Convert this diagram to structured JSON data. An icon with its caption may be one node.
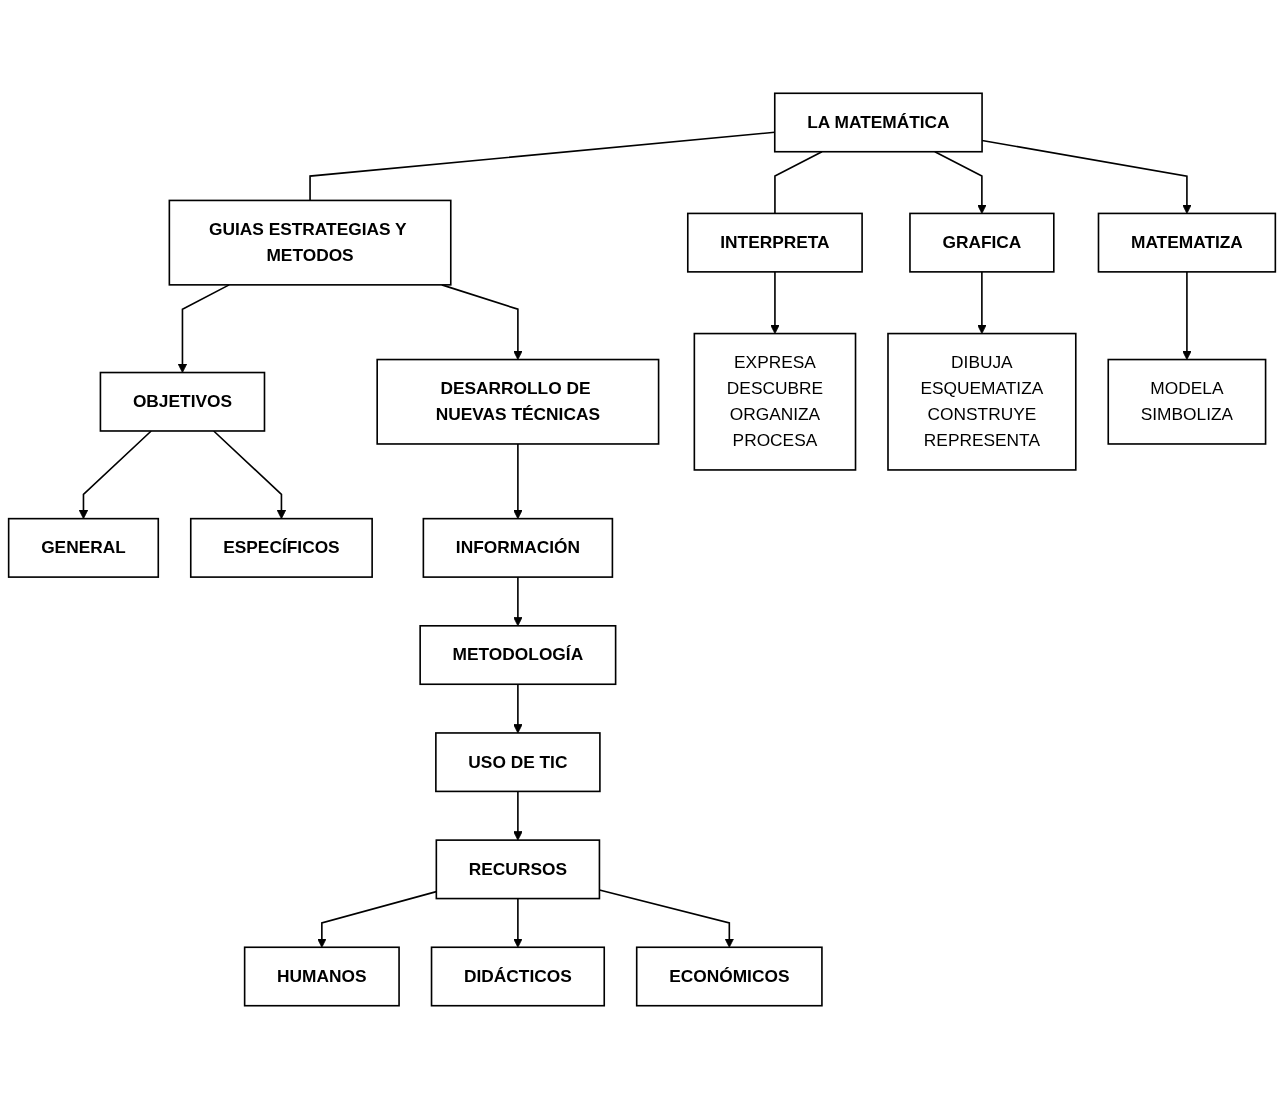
{
  "diagram": {
    "nodes": [
      {
        "text": [
          "LA MATEMÁTICA"
        ]
      },
      {
        "text": [
          "GUIAS ESTRATEGIAS Y METODOS"
        ]
      },
      {
        "text": [
          "OBJETIVOS"
        ]
      },
      {
        "text": [
          "GENERAL"
        ]
      },
      {
        "text": [
          "ESPECÍFICOS"
        ]
      },
      {
        "text": [
          "DESARROLLO DE NUEVAS TÉCNICAS"
        ]
      },
      {
        "text": [
          "INFORMACIÓN"
        ]
      },
      {
        "text": [
          "METODOLOGÍA"
        ]
      },
      {
        "text": [
          "USO DE TIC"
        ]
      },
      {
        "text": [
          "RECURSOS"
        ]
      },
      {
        "text": [
          "HUMANOS"
        ]
      },
      {
        "text": [
          "DIDÁCTICOS"
        ]
      },
      {
        "text": [
          "ECONÓMICOS"
        ]
      },
      {
        "text": [
          "INTERPRETA"
        ]
      },
      {
        "text": [
          "EXPRESA",
          "DESCUBRE",
          "ORGANIZA",
          "PROCESA"
        ]
      },
      {
        "text": [
          "GRAFICA"
        ]
      },
      {
        "text": [
          "DIBUJA",
          "ESQUEMATIZA",
          "CONSTRUYE",
          "REPRESENTA"
        ]
      },
      {
        "text": [
          "MATEMATIZA"
        ]
      },
      {
        "text": [
          "MODELA",
          "SIMBOLIZA"
        ]
      }
    ],
    "edges": [
      {
        "from": 0,
        "to": 1,
        "arrow": "none"
      },
      {
        "from": 1,
        "to": 2,
        "arrow": "to"
      },
      {
        "from": 2,
        "to": 3,
        "arrow": "to"
      },
      {
        "from": 2,
        "to": 4,
        "arrow": "to"
      },
      {
        "from": 1,
        "to": 5,
        "arrow": "to"
      },
      {
        "from": 5,
        "to": 6,
        "arrow": "to"
      },
      {
        "from": 6,
        "to": 7,
        "arrow": "to"
      },
      {
        "from": 7,
        "to": 8,
        "arrow": "to"
      },
      {
        "from": 8,
        "to": 9,
        "arrow": "to"
      },
      {
        "from": 9,
        "to": 10,
        "arrow": "to"
      },
      {
        "from": 9,
        "to": 11,
        "arrow": "to"
      },
      {
        "from": 9,
        "to": 12,
        "arrow": "to"
      },
      {
        "from": 0,
        "to": 13,
        "arrow": "none"
      },
      {
        "from": 13,
        "to": 14,
        "arrow": "to"
      },
      {
        "from": 0,
        "to": 15,
        "arrow": "to"
      },
      {
        "from": 15,
        "to": 16,
        "arrow": "to"
      },
      {
        "from": 0,
        "to": 17,
        "arrow": "to"
      },
      {
        "from": 17,
        "to": 18,
        "arrow": "to"
      }
    ]
  }
}
